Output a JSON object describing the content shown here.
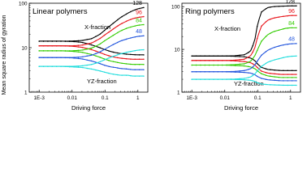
{
  "figure": {
    "ylabel": "Mean square radius of gyration",
    "xlabel": "Driving force"
  },
  "colors": {
    "128": "#000000",
    "96": "#e8151b",
    "84": "#33cc00",
    "48": "#2255dd",
    "24": "#22dddd",
    "axis": "#000000"
  },
  "chart_data": [
    {
      "type": "line",
      "title": "Linear polymers",
      "xlabel": "Driving force",
      "ylabel": "Mean square radius of gyration",
      "xscale": "log",
      "yscale": "log",
      "xlim": [
        0.0005,
        2
      ],
      "ylim": [
        1,
        100
      ],
      "xticks": [
        "1E-3",
        "0.01",
        "0.1",
        "1"
      ],
      "yticks": [
        "1",
        "10",
        "100"
      ],
      "annotations": [
        "X-fraction",
        "YZ-fraction"
      ],
      "x": [
        0.001,
        0.0025,
        0.005,
        0.01,
        0.02,
        0.04,
        0.07,
        0.1,
        0.15,
        0.2,
        0.3,
        0.5,
        0.7,
        1.0,
        1.5
      ],
      "series": [
        {
          "name": "128",
          "label_shown": true,
          "fraction": "X",
          "color_key": "128",
          "values": [
            14,
            14,
            14,
            14.1,
            14.5,
            16,
            20,
            25,
            32,
            38,
            48,
            60,
            68,
            75,
            80
          ]
        },
        {
          "name": "",
          "fraction": "YZ",
          "color_key": "128",
          "values": [
            14,
            14,
            14,
            13.8,
            13.2,
            11.5,
            10,
            9,
            8.2,
            7.8,
            7.4,
            7.1,
            7.0,
            6.9,
            6.9
          ]
        },
        {
          "name": "96",
          "label_shown": true,
          "fraction": "X",
          "color_key": "96",
          "values": [
            11,
            11,
            11,
            11,
            11.4,
            12.8,
            16,
            19.5,
            24,
            28,
            34,
            41,
            45,
            48,
            50
          ]
        },
        {
          "name": "",
          "fraction": "YZ",
          "color_key": "96",
          "values": [
            11,
            11,
            11,
            10.8,
            10.2,
            9,
            7.8,
            7,
            6.4,
            6.1,
            5.8,
            5.6,
            5.5,
            5.5,
            5.5
          ]
        },
        {
          "name": "84",
          "label_shown": true,
          "fraction": "X",
          "color_key": "84",
          "values": [
            8.5,
            8.5,
            8.5,
            8.5,
            8.8,
            9.8,
            12,
            14.5,
            17.5,
            20,
            24,
            28,
            30,
            32,
            33
          ]
        },
        {
          "name": "",
          "fraction": "YZ",
          "color_key": "84",
          "values": [
            8.5,
            8.5,
            8.5,
            8.3,
            7.9,
            7,
            6.1,
            5.5,
            5.0,
            4.8,
            4.5,
            4.3,
            4.2,
            4.2,
            4.2
          ]
        },
        {
          "name": "48",
          "label_shown": true,
          "fraction": "X",
          "color_key": "48",
          "values": [
            6,
            6,
            6,
            6,
            6.2,
            6.8,
            8,
            9.3,
            11,
            12.3,
            14.2,
            16,
            17,
            18,
            18.5
          ]
        },
        {
          "name": "",
          "fraction": "YZ",
          "color_key": "48",
          "values": [
            6,
            6,
            6,
            5.9,
            5.6,
            5,
            4.4,
            4.0,
            3.7,
            3.6,
            3.4,
            3.3,
            3.2,
            3.2,
            3.2
          ]
        },
        {
          "name": "",
          "label_shown": false,
          "fraction": "X",
          "color_key": "24",
          "values": [
            3.8,
            3.8,
            3.8,
            3.8,
            3.9,
            4.2,
            4.8,
            5.4,
            6.1,
            6.6,
            7.3,
            8.0,
            8.4,
            8.8,
            9.0
          ]
        },
        {
          "name": "",
          "fraction": "YZ",
          "color_key": "24",
          "values": [
            3.8,
            3.8,
            3.8,
            3.7,
            3.6,
            3.3,
            3.0,
            2.8,
            2.6,
            2.5,
            2.4,
            2.4,
            2.3,
            2.3,
            2.3
          ]
        }
      ]
    },
    {
      "type": "line",
      "title": "Ring polymers",
      "xlabel": "Driving force",
      "ylabel": "Mean square radius of gyration",
      "xscale": "log",
      "yscale": "log",
      "xlim": [
        0.0005,
        2
      ],
      "ylim": [
        1,
        120
      ],
      "xticks": [
        "1E-3",
        "0.01",
        "0.1",
        "1"
      ],
      "yticks": [
        "1",
        "10",
        "100"
      ],
      "annotations": [
        "X-fraction",
        "YZ-fraction"
      ],
      "x": [
        0.001,
        0.0025,
        0.005,
        0.01,
        0.02,
        0.04,
        0.06,
        0.08,
        0.1,
        0.13,
        0.2,
        0.3,
        0.5,
        0.7,
        1.0,
        1.5
      ],
      "series": [
        {
          "name": "128",
          "label_shown": true,
          "fraction": "X",
          "color_key": "128",
          "values": [
            7,
            7,
            7,
            7,
            7.1,
            7.5,
            9,
            15,
            40,
            75,
            95,
            100,
            102,
            103,
            104,
            104
          ]
        },
        {
          "name": "",
          "fraction": "YZ",
          "color_key": "128",
          "values": [
            7,
            7,
            7,
            7,
            6.9,
            6.7,
            6.3,
            5.6,
            4.5,
            3.8,
            3.4,
            3.3,
            3.2,
            3.2,
            3.2,
            3.2
          ]
        },
        {
          "name": "96",
          "label_shown": true,
          "fraction": "X",
          "color_key": "96",
          "values": [
            5.5,
            5.5,
            5.5,
            5.5,
            5.6,
            5.9,
            7,
            10,
            20,
            35,
            48,
            54,
            58,
            60,
            62,
            62
          ]
        },
        {
          "name": "",
          "fraction": "YZ",
          "color_key": "96",
          "values": [
            5.5,
            5.5,
            5.5,
            5.5,
            5.4,
            5.2,
            4.9,
            4.4,
            3.7,
            3.1,
            2.8,
            2.7,
            2.6,
            2.6,
            2.6,
            2.6
          ]
        },
        {
          "name": "84",
          "label_shown": true,
          "fraction": "X",
          "color_key": "84",
          "values": [
            4.3,
            4.3,
            4.3,
            4.3,
            4.4,
            4.6,
            5.2,
            6.8,
            10,
            15.5,
            22,
            26,
            29,
            31,
            32,
            32
          ]
        },
        {
          "name": "",
          "fraction": "YZ",
          "color_key": "84",
          "values": [
            4.3,
            4.3,
            4.3,
            4.3,
            4.2,
            4.1,
            3.9,
            3.6,
            3.1,
            2.7,
            2.4,
            2.3,
            2.2,
            2.2,
            2.2,
            2.2
          ]
        },
        {
          "name": "48",
          "label_shown": true,
          "fraction": "X",
          "color_key": "48",
          "values": [
            3,
            3,
            3,
            3,
            3.05,
            3.2,
            3.5,
            4.2,
            5.5,
            7.3,
            9.5,
            11,
            12.3,
            13,
            13.5,
            13.7
          ]
        },
        {
          "name": "",
          "fraction": "YZ",
          "color_key": "48",
          "values": [
            3,
            3,
            3,
            3,
            2.95,
            2.9,
            2.8,
            2.6,
            2.3,
            2.1,
            1.95,
            1.9,
            1.85,
            1.85,
            1.85,
            1.85
          ]
        },
        {
          "name": "",
          "label_shown": false,
          "fraction": "X",
          "color_key": "24",
          "values": [
            2,
            2,
            2,
            2,
            2.02,
            2.1,
            2.25,
            2.6,
            3.2,
            4.0,
            5.0,
            5.6,
            6.2,
            6.6,
            6.9,
            7.0
          ]
        },
        {
          "name": "",
          "fraction": "YZ",
          "color_key": "24",
          "values": [
            2,
            2,
            2,
            2,
            1.98,
            1.95,
            1.9,
            1.8,
            1.65,
            1.55,
            1.5,
            1.48,
            1.46,
            1.45,
            1.45,
            1.45
          ]
        }
      ]
    }
  ]
}
